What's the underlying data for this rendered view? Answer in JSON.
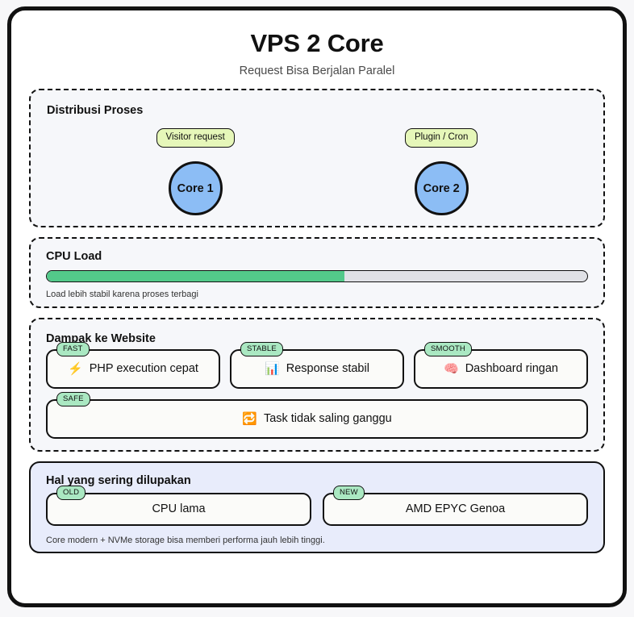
{
  "header": {
    "title": "VPS 2 Core",
    "subtitle": "Request Bisa Berjalan Paralel"
  },
  "distribusi": {
    "heading": "Distribusi Proses",
    "cores": [
      {
        "pill": "Visitor request",
        "label": "Core 1"
      },
      {
        "pill": "Plugin / Cron",
        "label": "Core 2"
      }
    ]
  },
  "cpu_load": {
    "heading": "CPU Load",
    "percent": 55,
    "caption": "Load lebih stabil karena proses terbagi"
  },
  "dampak": {
    "heading": "Dampak ke Website",
    "cards": [
      {
        "tag": "FAST",
        "icon": "high-voltage-icon",
        "emoji": "⚡",
        "label": "PHP execution cepat"
      },
      {
        "tag": "STABLE",
        "icon": "bar-chart-icon",
        "emoji": "📊",
        "label": "Response stabil"
      },
      {
        "tag": "SMOOTH",
        "icon": "brain-icon",
        "emoji": "🧠",
        "label": "Dashboard ringan"
      }
    ],
    "wide_card": {
      "tag": "SAFE",
      "icon": "repeat-icon",
      "emoji": "🔁",
      "label": "Task tidak saling ganggu"
    }
  },
  "lupa": {
    "heading": "Hal yang sering dilupakan",
    "items": [
      {
        "tag": "OLD",
        "label": "CPU lama"
      },
      {
        "tag": "NEW",
        "label": "AMD EPYC Genoa"
      }
    ],
    "caption": "Core modern + NVMe storage bisa memberi performa jauh lebih tinggi."
  },
  "colors": {
    "accent_green": "#53c98a",
    "core_blue": "#8cbdf5",
    "pill_yellow": "#e6f7b9",
    "tag_green": "#aae8c2",
    "panel_bg": "#f6f7fa",
    "lupa_bg": "#e8ecfb",
    "outline": "#111111"
  }
}
